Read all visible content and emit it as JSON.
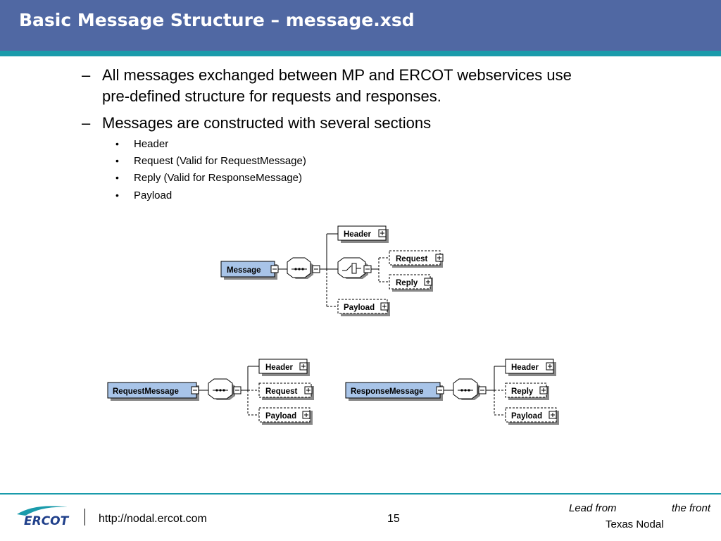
{
  "slide": {
    "title": "Basic Message Structure – message.xsd",
    "bullets": [
      {
        "dash": "–",
        "line1": "All messages exchanged between MP and ERCOT webservices use",
        "line2": "pre-defined structure for requests and responses."
      },
      {
        "dash": "–",
        "line1": "Messages are constructed with several sections"
      }
    ],
    "sub_bullets": [
      "Header",
      "Request (Valid for RequestMessage)",
      "Reply (Valid for ResponseMessage)",
      "Payload"
    ]
  },
  "diagram_main": {
    "root": "Message",
    "header": "Header",
    "request": "Request",
    "reply": "Reply",
    "payload": "Payload"
  },
  "diagram_request": {
    "root": "RequestMessage",
    "header": "Header",
    "request": "Request",
    "payload": "Payload"
  },
  "diagram_response": {
    "root": "ResponseMessage",
    "header": "Header",
    "reply": "Reply",
    "payload": "Payload"
  },
  "footer": {
    "logo_text": "ERCOT",
    "url": "http://nodal.ercot.com",
    "page_number": "15",
    "tagline_lead": "Lead from",
    "tagline_front": "the front",
    "tagline_sub": "Texas Nodal"
  },
  "colors": {
    "title_bar": "#5068a3",
    "accent_teal": "#1a9bab",
    "root_box": "#a8c4e8",
    "logo_blue": "#1f3f8a"
  }
}
